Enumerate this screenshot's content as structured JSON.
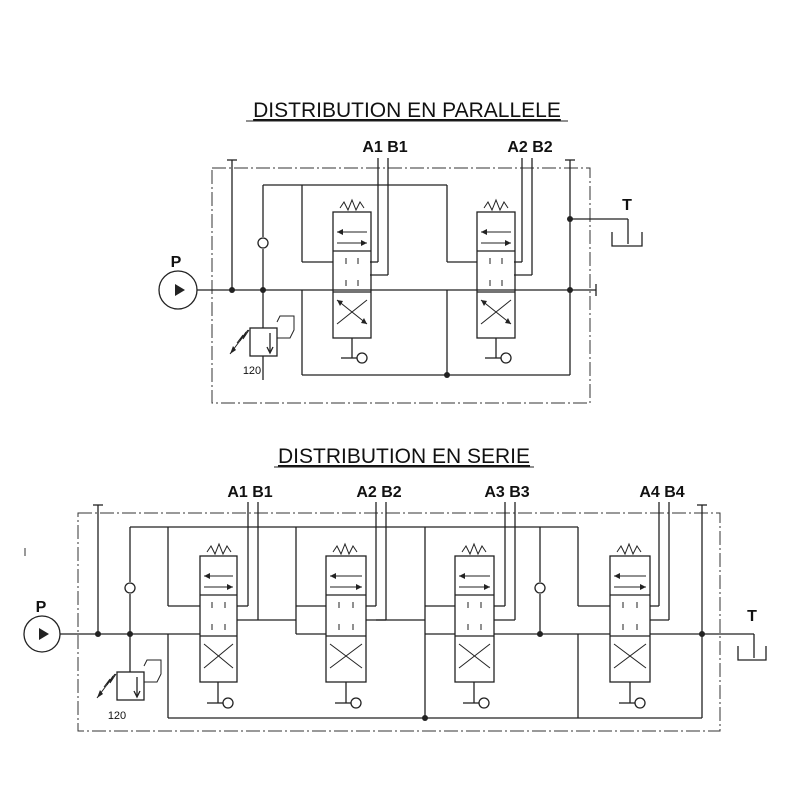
{
  "diagrams": [
    {
      "title": "DISTRIBUTION EN PARALLELE",
      "pump_label": "P",
      "tank_label": "T",
      "relief_setting": "120",
      "sections": [
        {
          "port_label": "A1 B1"
        },
        {
          "port_label": "A2 B2"
        }
      ]
    },
    {
      "title": "DISTRIBUTION EN SERIE",
      "pump_label": "P",
      "tank_label": "T",
      "relief_setting": "120",
      "sections": [
        {
          "port_label": "A1 B1"
        },
        {
          "port_label": "A2 B2"
        },
        {
          "port_label": "A3 B3"
        },
        {
          "port_label": "A4 B4"
        }
      ]
    }
  ]
}
